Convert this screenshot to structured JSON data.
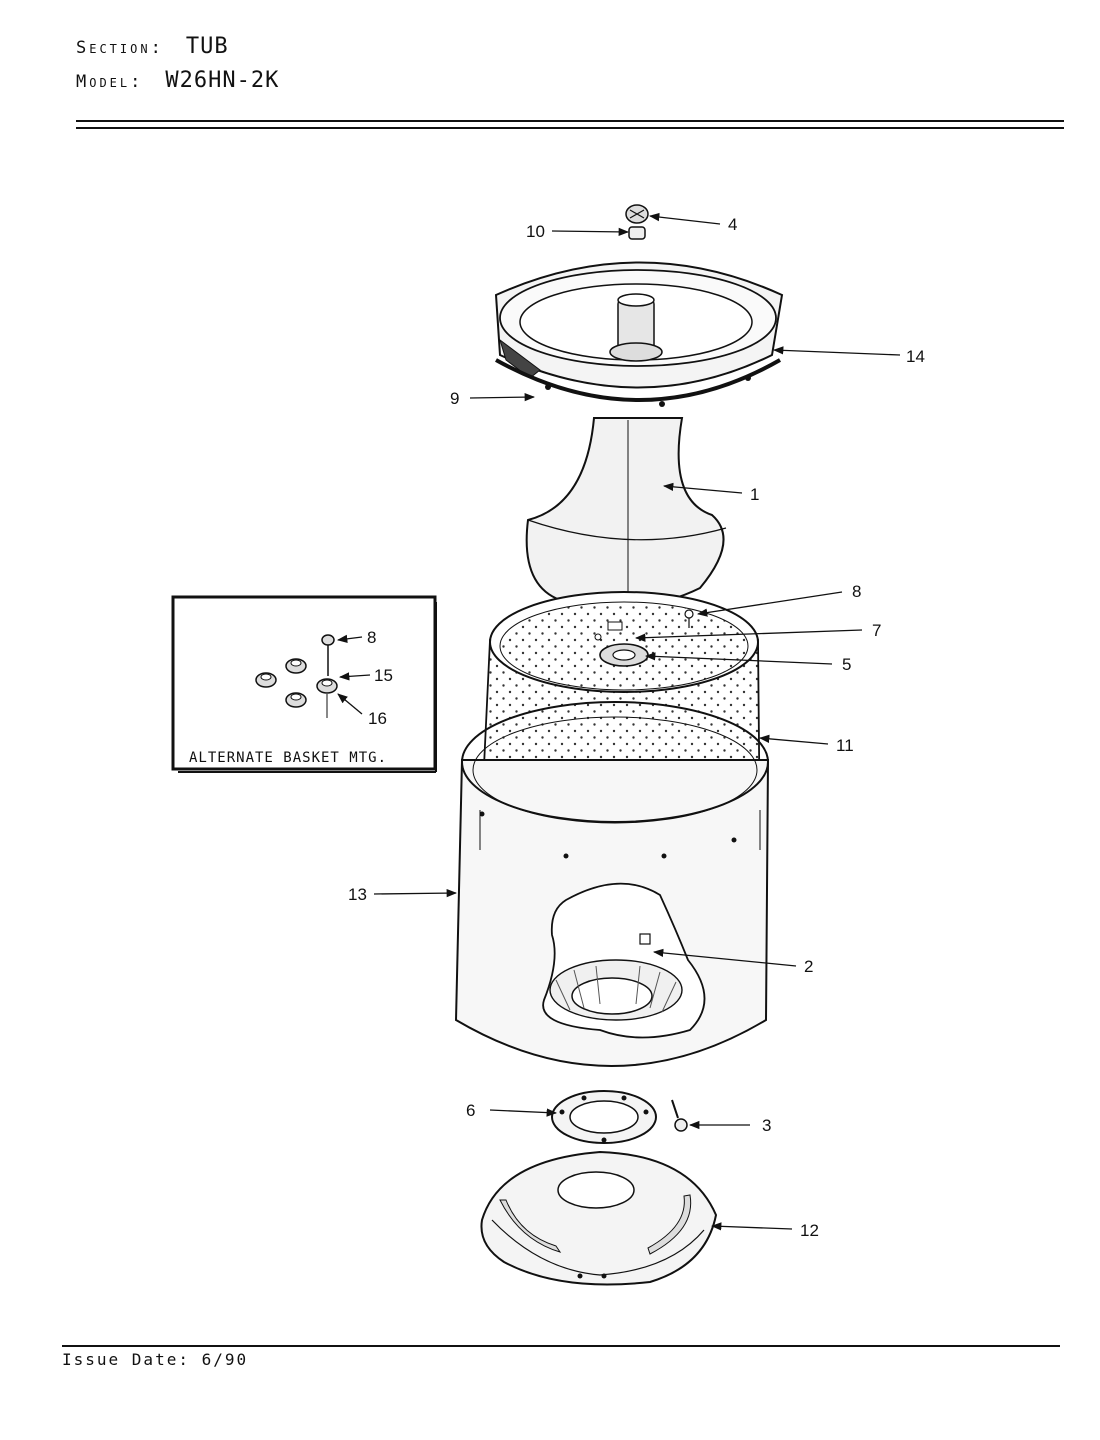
{
  "header": {
    "section_key": "Section:",
    "section_value": "TUB",
    "model_key": "Model:",
    "model_value": "W26HN-2K"
  },
  "callouts": {
    "c1": "1",
    "c2": "2",
    "c3": "3",
    "c4": "4",
    "c5": "5",
    "c6": "6",
    "c7": "7",
    "c8": "8",
    "c9": "9",
    "c10": "10",
    "c11": "11",
    "c12": "12",
    "c13": "13",
    "c14": "14",
    "alt8": "8",
    "alt15": "15",
    "alt16": "16"
  },
  "inset": {
    "caption": "ALTERNATE BASKET MTG."
  },
  "footer": {
    "issue": "Issue Date: 6/90"
  }
}
